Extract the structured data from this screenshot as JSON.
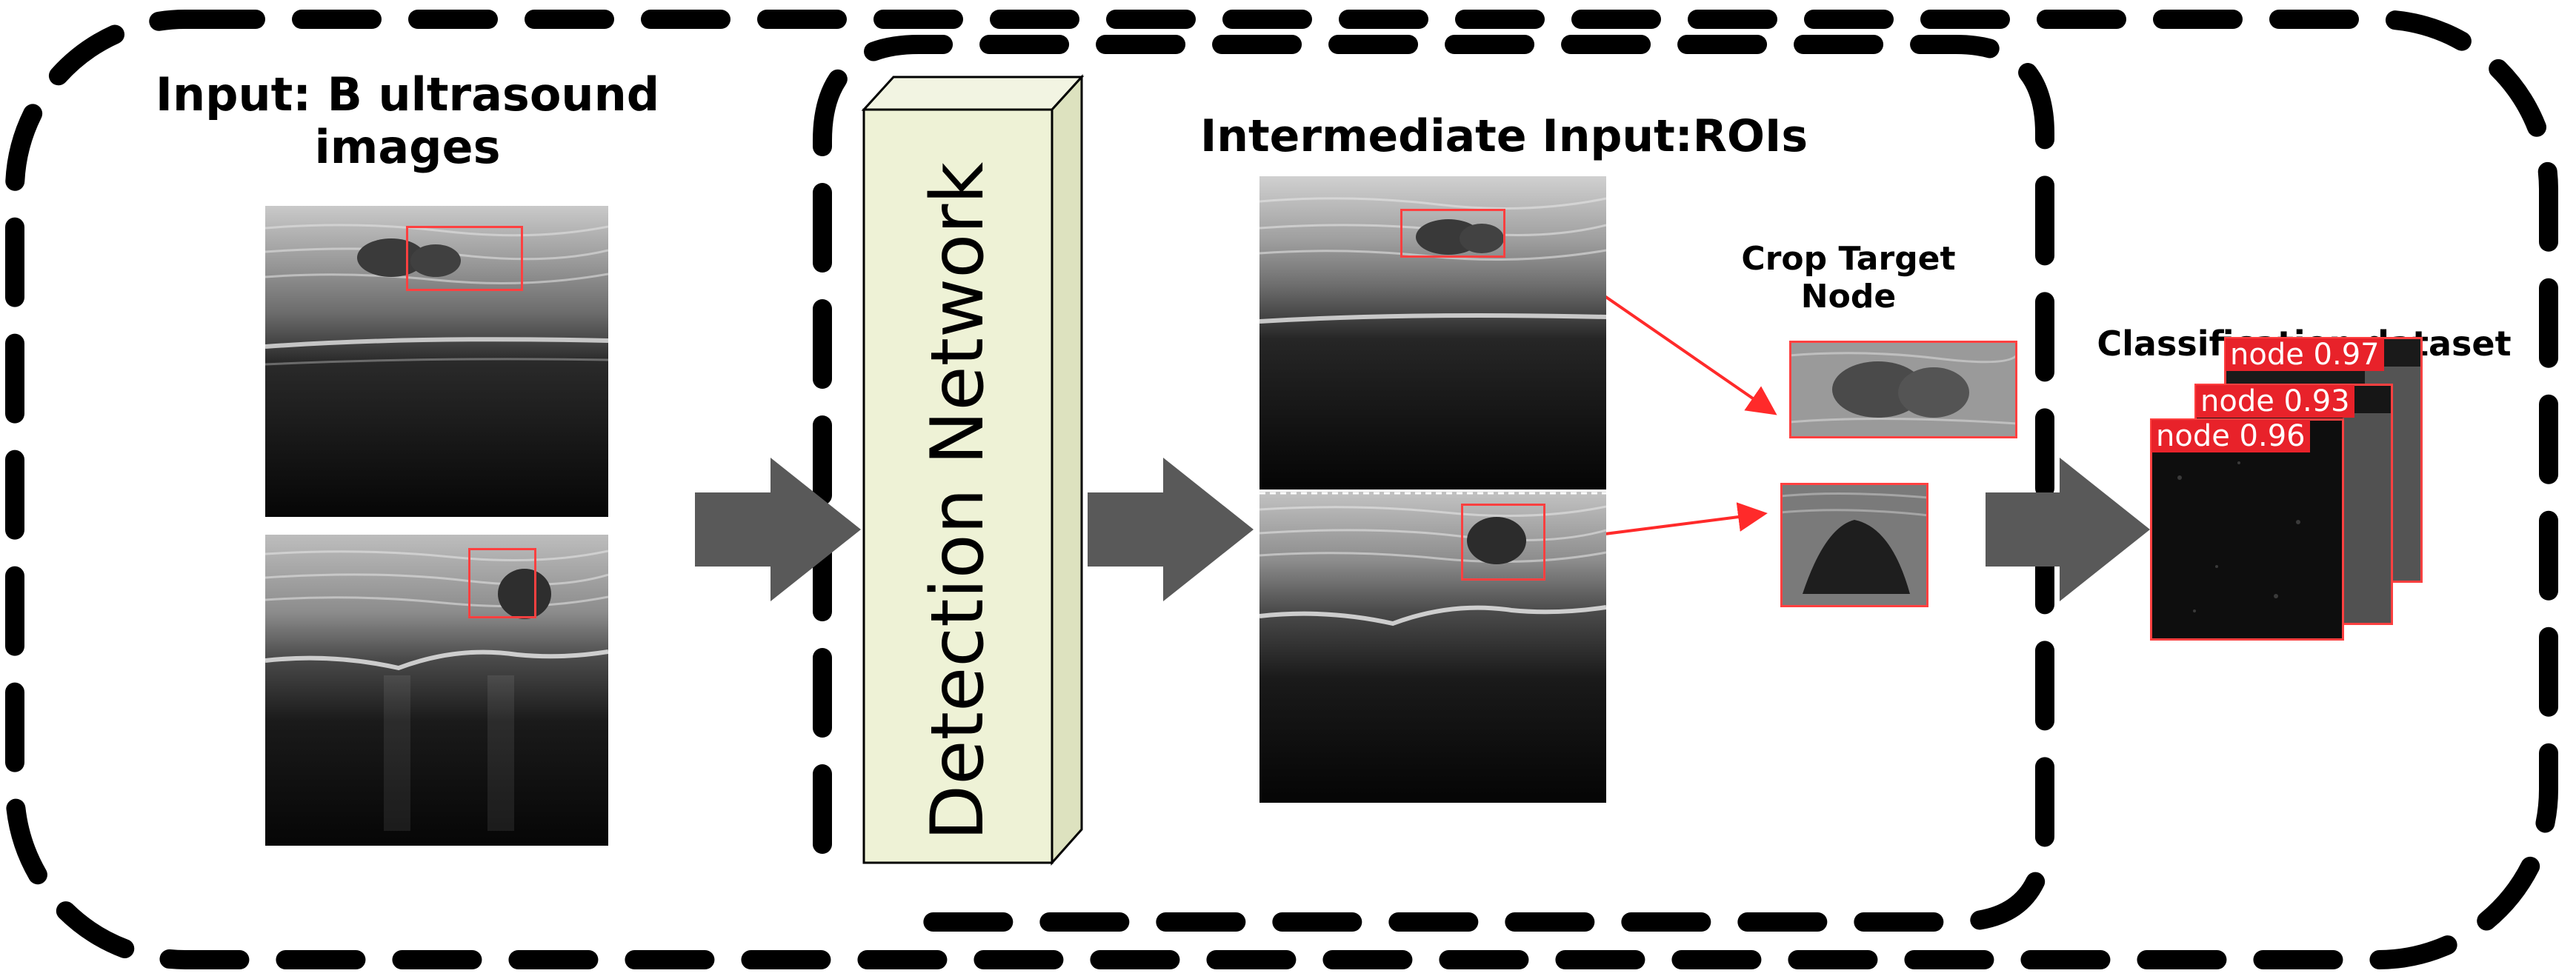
{
  "labels": {
    "input": "Input: B ultrasound images",
    "detection_network": "Detection Network",
    "intermediate": "Intermediate Input:ROIs",
    "crop": "Crop Target Node",
    "classification": "Classification dataset"
  },
  "confidence_tags": {
    "front": "node 0.96",
    "middle": "node 0.93",
    "back": "node 0.97"
  },
  "colors": {
    "dash": "#000000",
    "arrow": "#595959",
    "block_face": "#eef2d6",
    "annotation": "#ff2a2a"
  }
}
